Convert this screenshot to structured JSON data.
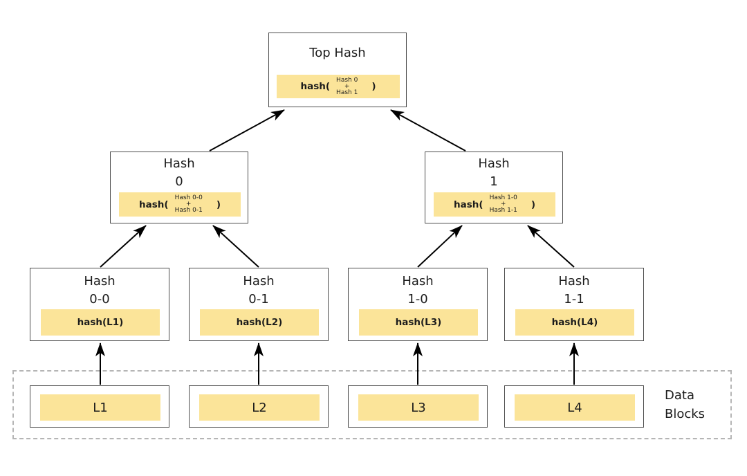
{
  "nodes": {
    "top": {
      "title": "Top Hash",
      "func_open": "hash(",
      "arg1": "Hash 0",
      "op": "+",
      "arg2": "Hash 1",
      "func_close": ")"
    },
    "hash0": {
      "line1": "Hash",
      "line2": "0",
      "func_open": "hash(",
      "arg1": "Hash 0-0",
      "op": "+",
      "arg2": "Hash 0-1",
      "func_close": ")"
    },
    "hash1": {
      "line1": "Hash",
      "line2": "1",
      "func_open": "hash(",
      "arg1": "Hash 1-0",
      "op": "+",
      "arg2": "Hash 1-1",
      "func_close": ")"
    },
    "hash00": {
      "line1": "Hash",
      "line2": "0-0",
      "value": "hash(L1)"
    },
    "hash01": {
      "line1": "Hash",
      "line2": "0-1",
      "value": "hash(L2)"
    },
    "hash10": {
      "line1": "Hash",
      "line2": "1-0",
      "value": "hash(L3)"
    },
    "hash11": {
      "line1": "Hash",
      "line2": "1-1",
      "value": "hash(L4)"
    },
    "block1": {
      "label": "L1"
    },
    "block2": {
      "label": "L2"
    },
    "block3": {
      "label": "L3"
    },
    "block4": {
      "label": "L4"
    }
  },
  "data_blocks_label": {
    "line1": "Data",
    "line2": "Blocks"
  },
  "colors": {
    "highlight": "#FBE499",
    "box_border": "#4A4A4A",
    "dashed_border": "#B5B5B5",
    "arrow": "#000000",
    "text": "#1C1C1C",
    "background": "#FFFFFF"
  }
}
